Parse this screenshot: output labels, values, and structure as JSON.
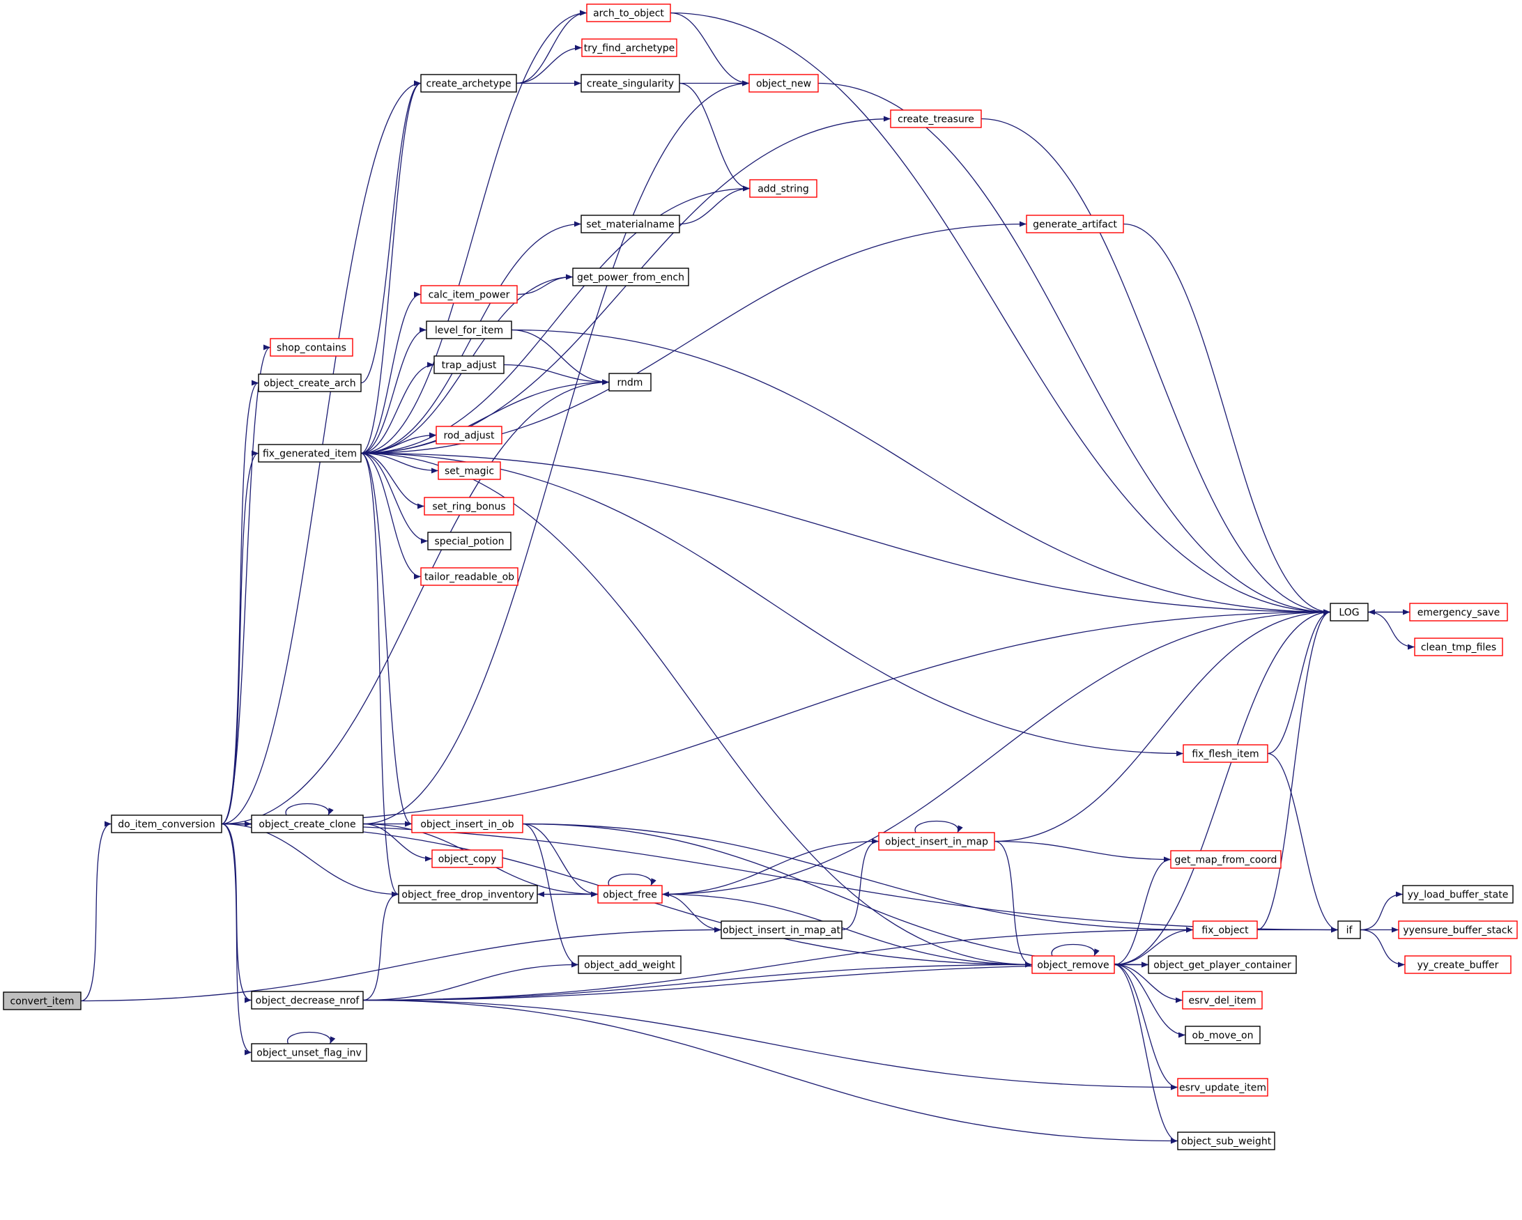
{
  "colors": {
    "edge": "#191970",
    "border_normal": "#000000",
    "border_truncated": "#ff0000",
    "fill_normal": "#ffffff",
    "fill_root": "#bfbfbf"
  },
  "nodes": [
    {
      "id": "convert_item",
      "label": "convert_item",
      "style": "root"
    },
    {
      "id": "do_item_conversion",
      "label": "do_item_conversion",
      "style": "normal"
    },
    {
      "id": "shop_contains",
      "label": "shop_contains",
      "style": "truncated"
    },
    {
      "id": "object_create_arch",
      "label": "object_create_arch",
      "style": "normal"
    },
    {
      "id": "fix_generated_item",
      "label": "fix_generated_item",
      "style": "normal"
    },
    {
      "id": "object_create_clone",
      "label": "object_create_clone",
      "style": "normal"
    },
    {
      "id": "object_free_drop_inventory",
      "label": "object_free_drop_inventory",
      "style": "normal"
    },
    {
      "id": "object_decrease_nrof",
      "label": "object_decrease_nrof",
      "style": "normal"
    },
    {
      "id": "object_unset_flag_inv",
      "label": "object_unset_flag_inv",
      "style": "normal"
    },
    {
      "id": "arch_to_object",
      "label": "arch_to_object",
      "style": "truncated"
    },
    {
      "id": "try_find_archetype",
      "label": "try_find_archetype",
      "style": "truncated"
    },
    {
      "id": "create_archetype",
      "label": "create_archetype",
      "style": "normal"
    },
    {
      "id": "create_singularity",
      "label": "create_singularity",
      "style": "normal"
    },
    {
      "id": "object_new",
      "label": "object_new",
      "style": "truncated"
    },
    {
      "id": "create_treasure",
      "label": "create_treasure",
      "style": "truncated"
    },
    {
      "id": "add_string",
      "label": "add_string",
      "style": "truncated"
    },
    {
      "id": "set_materialname",
      "label": "set_materialname",
      "style": "normal"
    },
    {
      "id": "generate_artifact",
      "label": "generate_artifact",
      "style": "truncated"
    },
    {
      "id": "get_power_from_ench",
      "label": "get_power_from_ench",
      "style": "normal"
    },
    {
      "id": "calc_item_power",
      "label": "calc_item_power",
      "style": "truncated"
    },
    {
      "id": "level_for_item",
      "label": "level_for_item",
      "style": "normal"
    },
    {
      "id": "trap_adjust",
      "label": "trap_adjust",
      "style": "normal"
    },
    {
      "id": "rndm",
      "label": "rndm",
      "style": "normal"
    },
    {
      "id": "rod_adjust",
      "label": "rod_adjust",
      "style": "truncated"
    },
    {
      "id": "set_magic",
      "label": "set_magic",
      "style": "truncated"
    },
    {
      "id": "set_ring_bonus",
      "label": "set_ring_bonus",
      "style": "truncated"
    },
    {
      "id": "special_potion",
      "label": "special_potion",
      "style": "normal"
    },
    {
      "id": "tailor_readable_ob",
      "label": "tailor_readable_ob",
      "style": "truncated"
    },
    {
      "id": "LOG",
      "label": "LOG",
      "style": "normal"
    },
    {
      "id": "emergency_save",
      "label": "emergency_save",
      "style": "truncated"
    },
    {
      "id": "clean_tmp_files",
      "label": "clean_tmp_files",
      "style": "truncated"
    },
    {
      "id": "fix_flesh_item",
      "label": "fix_flesh_item",
      "style": "truncated"
    },
    {
      "id": "object_insert_in_ob",
      "label": "object_insert_in_ob",
      "style": "truncated"
    },
    {
      "id": "object_copy",
      "label": "object_copy",
      "style": "truncated"
    },
    {
      "id": "object_free",
      "label": "object_free",
      "style": "truncated"
    },
    {
      "id": "object_insert_in_map",
      "label": "object_insert_in_map",
      "style": "truncated"
    },
    {
      "id": "object_insert_in_map_at",
      "label": "object_insert_in_map_at",
      "style": "normal"
    },
    {
      "id": "get_map_from_coord",
      "label": "get_map_from_coord",
      "style": "truncated"
    },
    {
      "id": "fix_object",
      "label": "fix_object",
      "style": "truncated"
    },
    {
      "id": "object_add_weight",
      "label": "object_add_weight",
      "style": "normal"
    },
    {
      "id": "object_remove",
      "label": "object_remove",
      "style": "truncated"
    },
    {
      "id": "object_get_player_container",
      "label": "object_get_player_container",
      "style": "normal"
    },
    {
      "id": "esrv_del_item",
      "label": "esrv_del_item",
      "style": "truncated"
    },
    {
      "id": "ob_move_on",
      "label": "ob_move_on",
      "style": "normal"
    },
    {
      "id": "esrv_update_item",
      "label": "esrv_update_item",
      "style": "truncated"
    },
    {
      "id": "object_sub_weight",
      "label": "object_sub_weight",
      "style": "normal"
    },
    {
      "id": "if",
      "label": "if",
      "style": "normal"
    },
    {
      "id": "yy_load_buffer_state",
      "label": "yy_load_buffer_state",
      "style": "normal"
    },
    {
      "id": "yyensure_buffer_stack",
      "label": "yyensure_buffer_stack",
      "style": "truncated"
    },
    {
      "id": "yy_create_buffer",
      "label": "yy_create_buffer",
      "style": "truncated"
    }
  ],
  "edges": [
    [
      "convert_item",
      "do_item_conversion"
    ],
    [
      "convert_item",
      "object_insert_in_map_at"
    ],
    [
      "do_item_conversion",
      "shop_contains"
    ],
    [
      "do_item_conversion",
      "object_create_arch"
    ],
    [
      "do_item_conversion",
      "fix_generated_item"
    ],
    [
      "do_item_conversion",
      "create_archetype"
    ],
    [
      "do_item_conversion",
      "rndm"
    ],
    [
      "do_item_conversion",
      "LOG"
    ],
    [
      "do_item_conversion",
      "object_create_clone"
    ],
    [
      "do_item_conversion",
      "object_free_drop_inventory"
    ],
    [
      "do_item_conversion",
      "object_remove"
    ],
    [
      "do_item_conversion",
      "object_decrease_nrof"
    ],
    [
      "do_item_conversion",
      "object_unset_flag_inv"
    ],
    [
      "do_item_conversion",
      "if"
    ],
    [
      "object_create_arch",
      "create_archetype"
    ],
    [
      "fix_generated_item",
      "arch_to_object"
    ],
    [
      "fix_generated_item",
      "create_archetype"
    ],
    [
      "fix_generated_item",
      "create_treasure"
    ],
    [
      "fix_generated_item",
      "add_string"
    ],
    [
      "fix_generated_item",
      "set_materialname"
    ],
    [
      "fix_generated_item",
      "generate_artifact"
    ],
    [
      "fix_generated_item",
      "get_power_from_ench"
    ],
    [
      "fix_generated_item",
      "calc_item_power"
    ],
    [
      "fix_generated_item",
      "level_for_item"
    ],
    [
      "fix_generated_item",
      "trap_adjust"
    ],
    [
      "fix_generated_item",
      "rndm"
    ],
    [
      "fix_generated_item",
      "rod_adjust"
    ],
    [
      "fix_generated_item",
      "set_magic"
    ],
    [
      "fix_generated_item",
      "set_ring_bonus"
    ],
    [
      "fix_generated_item",
      "special_potion"
    ],
    [
      "fix_generated_item",
      "tailor_readable_ob"
    ],
    [
      "fix_generated_item",
      "LOG"
    ],
    [
      "fix_generated_item",
      "fix_flesh_item"
    ],
    [
      "fix_generated_item",
      "object_insert_in_ob"
    ],
    [
      "fix_generated_item",
      "object_free_drop_inventory"
    ],
    [
      "fix_generated_item",
      "object_remove"
    ],
    [
      "create_archetype",
      "arch_to_object"
    ],
    [
      "create_archetype",
      "try_find_archetype"
    ],
    [
      "create_archetype",
      "create_singularity"
    ],
    [
      "create_singularity",
      "object_new"
    ],
    [
      "create_singularity",
      "add_string"
    ],
    [
      "arch_to_object",
      "object_new"
    ],
    [
      "arch_to_object",
      "LOG"
    ],
    [
      "object_new",
      "LOG"
    ],
    [
      "create_treasure",
      "LOG"
    ],
    [
      "set_materialname",
      "add_string"
    ],
    [
      "generate_artifact",
      "LOG"
    ],
    [
      "calc_item_power",
      "get_power_from_ench"
    ],
    [
      "level_for_item",
      "rndm"
    ],
    [
      "level_for_item",
      "LOG"
    ],
    [
      "trap_adjust",
      "rndm"
    ],
    [
      "LOG",
      "emergency_save"
    ],
    [
      "LOG",
      "clean_tmp_files"
    ],
    [
      "emergency_save",
      "LOG"
    ],
    [
      "fix_flesh_item",
      "LOG"
    ],
    [
      "fix_flesh_item",
      "if"
    ],
    [
      "object_create_clone",
      "object_create_clone"
    ],
    [
      "object_create_clone",
      "object_new"
    ],
    [
      "object_create_clone",
      "object_insert_in_ob"
    ],
    [
      "object_create_clone",
      "object_copy"
    ],
    [
      "object_create_clone",
      "object_free"
    ],
    [
      "object_insert_in_ob",
      "fix_object"
    ],
    [
      "object_insert_in_ob",
      "object_get_player_container"
    ],
    [
      "object_insert_in_ob",
      "object_free"
    ],
    [
      "object_insert_in_ob",
      "object_add_weight"
    ],
    [
      "object_free_drop_inventory",
      "object_free"
    ],
    [
      "object_free",
      "object_free"
    ],
    [
      "object_free",
      "object_free_drop_inventory"
    ],
    [
      "object_free",
      "LOG"
    ],
    [
      "object_free",
      "object_insert_in_map_at"
    ],
    [
      "object_free",
      "object_remove"
    ],
    [
      "object_insert_in_map_at",
      "object_insert_in_map"
    ],
    [
      "object_insert_in_map",
      "object_insert_in_map"
    ],
    [
      "object_insert_in_map",
      "object_free"
    ],
    [
      "object_insert_in_map",
      "get_map_from_coord"
    ],
    [
      "object_insert_in_map",
      "object_remove"
    ],
    [
      "object_insert_in_map",
      "LOG"
    ],
    [
      "object_decrease_nrof",
      "object_free_drop_inventory"
    ],
    [
      "object_decrease_nrof",
      "object_add_weight"
    ],
    [
      "object_decrease_nrof",
      "object_remove"
    ],
    [
      "object_decrease_nrof",
      "fix_object"
    ],
    [
      "object_decrease_nrof",
      "object_get_player_container"
    ],
    [
      "object_decrease_nrof",
      "esrv_update_item"
    ],
    [
      "object_decrease_nrof",
      "object_sub_weight"
    ],
    [
      "object_unset_flag_inv",
      "object_unset_flag_inv"
    ],
    [
      "object_remove",
      "object_remove"
    ],
    [
      "object_remove",
      "get_map_from_coord"
    ],
    [
      "object_remove",
      "LOG"
    ],
    [
      "object_remove",
      "fix_object"
    ],
    [
      "object_remove",
      "object_get_player_container"
    ],
    [
      "object_remove",
      "esrv_del_item"
    ],
    [
      "object_remove",
      "ob_move_on"
    ],
    [
      "object_remove",
      "esrv_update_item"
    ],
    [
      "object_remove",
      "object_sub_weight"
    ],
    [
      "fix_object",
      "LOG"
    ],
    [
      "fix_object",
      "if"
    ],
    [
      "if",
      "yy_load_buffer_state"
    ],
    [
      "if",
      "yyensure_buffer_stack"
    ],
    [
      "if",
      "yy_create_buffer"
    ]
  ]
}
